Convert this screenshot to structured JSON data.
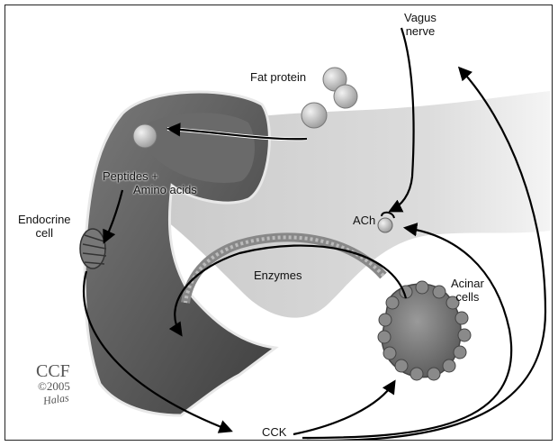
{
  "labels": {
    "vagus_nerve_line1": "Vagus",
    "vagus_nerve_line2": "nerve",
    "fat_protein": "Fat protein",
    "peptides_line1": "Peptides +",
    "peptides_line2": "Amino acids",
    "endocrine_line1": "Endocrine",
    "endocrine_line2": "cell",
    "ach": "ACh",
    "enzymes": "Enzymes",
    "acinar_line1": "Acinar",
    "acinar_line2": "cells",
    "cck": "CCK"
  },
  "credit": {
    "org": "CCF",
    "year": "©2005",
    "signature": "Halas"
  }
}
